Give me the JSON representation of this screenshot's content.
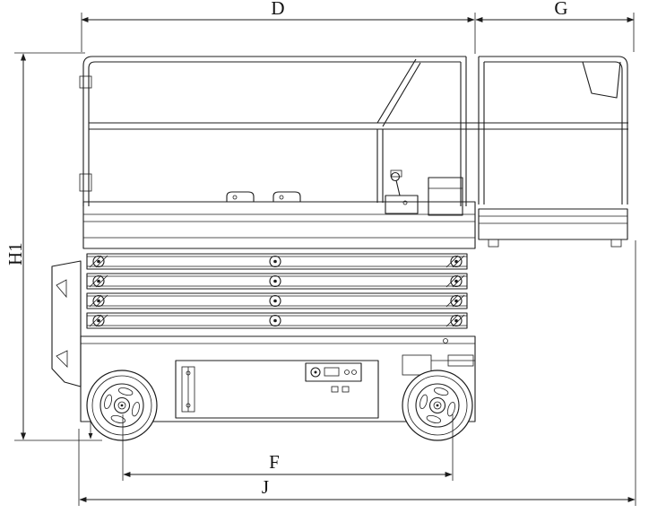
{
  "figure": {
    "subject": "scissor lift side elevation technical drawing with dimension callouts",
    "ink_color": "#1c1c1c",
    "background_color": "#ffffff"
  },
  "dimension_labels": {
    "platform_length": "D",
    "deck_extension_length": "G",
    "overall_height": "H1",
    "wheelbase": "F",
    "overall_length": "J"
  }
}
